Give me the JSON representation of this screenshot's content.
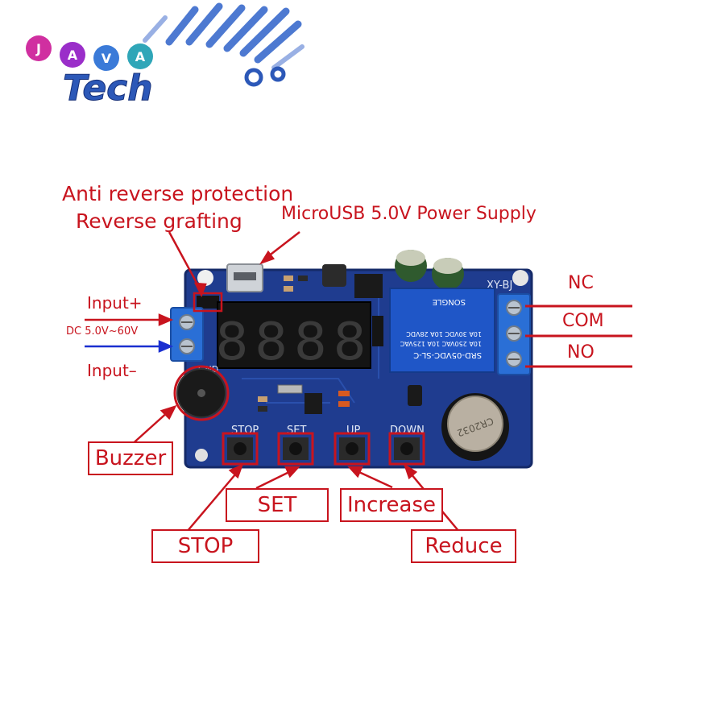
{
  "logo": {
    "letters": [
      "J",
      "A",
      "V",
      "A"
    ],
    "word": "Tech"
  },
  "annotations": {
    "anti_reverse": "Anti reverse protection",
    "reverse_grafting": "Reverse grafting",
    "microusb": "MicroUSB 5.0V Power Supply",
    "input_plus": "Input+",
    "dc_range": "DC 5.0V~60V",
    "input_minus": "Input–",
    "nc": "NC",
    "com": "COM",
    "no": "NO"
  },
  "callouts": {
    "buzzer": "Buzzer",
    "set": "SET",
    "increase": "Increase",
    "stop": "STOP",
    "reduce": "Reduce"
  },
  "board": {
    "model": "XY-BJ",
    "button_labels": [
      "STOP",
      "SET",
      "UP",
      "DOWN"
    ],
    "gnd": "GND",
    "relay_lines": [
      "SRD-05VDC-SL-C",
      "10A 250VAC  10A 125VAC",
      "10A 30VDC  10A 28VDC"
    ],
    "relay_brand": "SONGLE",
    "battery_text": "CR2032",
    "display_digits": "8888"
  },
  "colors": {
    "annotation_red": "#c8141e",
    "pcb_blue": "#1f3c8f",
    "relay_blue": "#1f56c7",
    "input_arrow_blue": "#1a2fd0",
    "terminal_blue": "#2a6fd6"
  }
}
